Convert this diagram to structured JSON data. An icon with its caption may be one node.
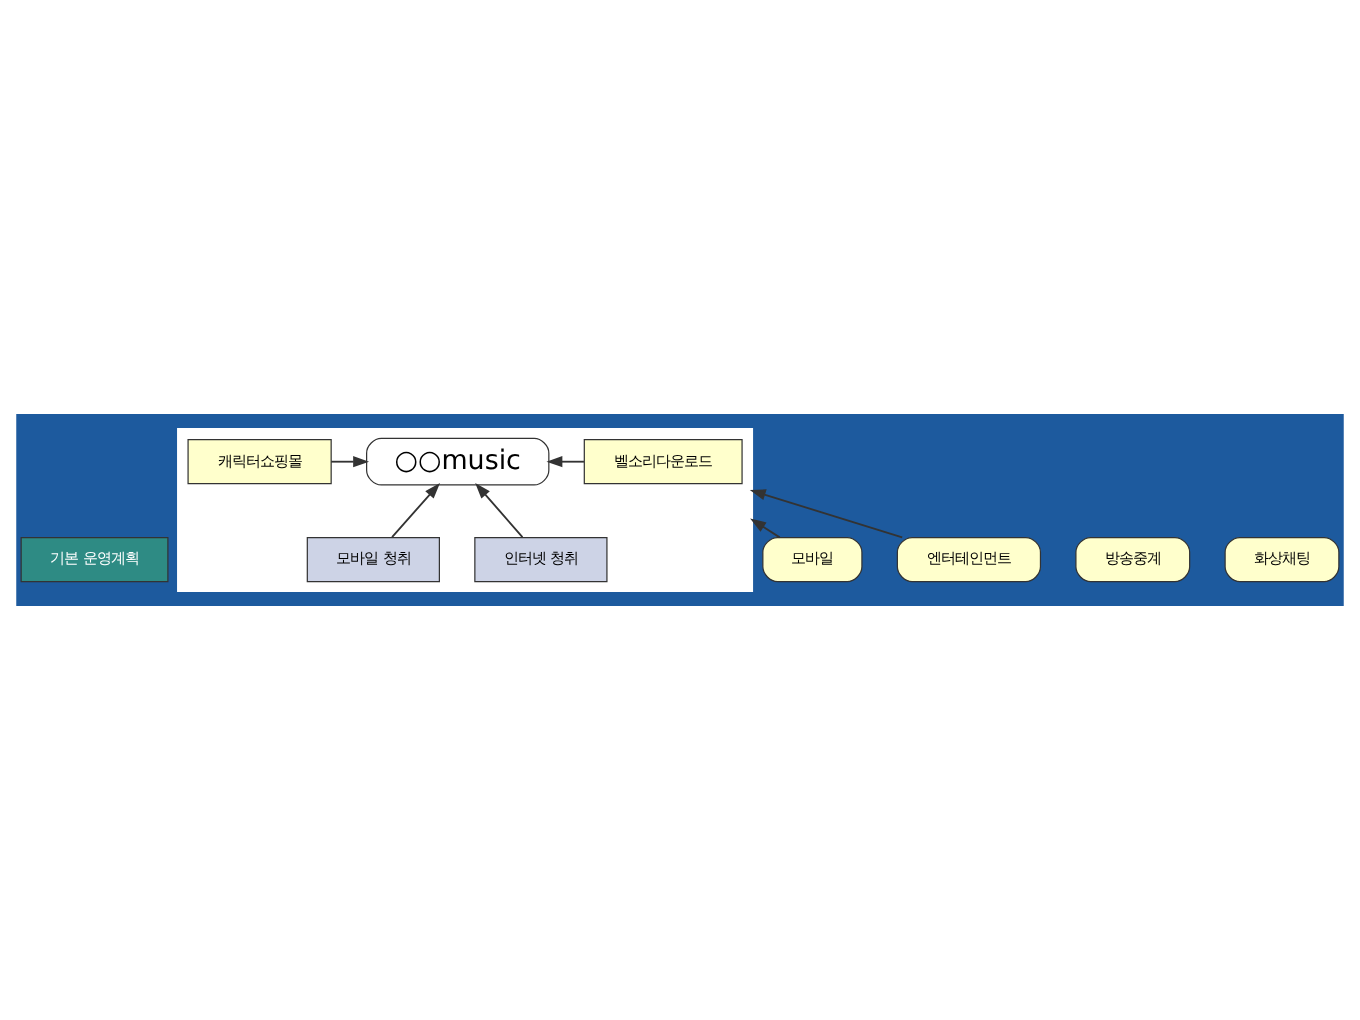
{
  "diagram": {
    "nodes": [
      {
        "text": [
          "기본 운영계획"
        ]
      },
      {
        "text": [],
        "shape": "box"
      },
      {
        "text": [
          "캐릭터쇼핑몰"
        ],
        "in": 1
      },
      {
        "text": [
          "○○music"
        ],
        "in": 1
      },
      {
        "text": [
          "벨소리다운로드"
        ],
        "in": 1
      },
      {
        "text": [
          "인터넷 청취"
        ],
        "in": 1
      },
      {
        "text": [
          "모바일 청취"
        ],
        "in": 1
      },
      {
        "text": [
          "모바일"
        ]
      },
      {
        "text": [
          "방송중계"
        ]
      },
      {
        "text": [
          "화상채팅"
        ]
      },
      {
        "text": [
          "엔터테인먼트"
        ]
      }
    ],
    "edges": [
      {
        "from": 2,
        "to": 3,
        "arrow": "to"
      },
      {
        "from": 4,
        "to": 3,
        "arrow": "to"
      },
      {
        "from": 5,
        "to": 3,
        "arrow": "to"
      },
      {
        "from": 6,
        "to": 3,
        "arrow": "to"
      },
      {
        "from": 7,
        "to": 1,
        "arrow": "to"
      },
      {
        "from": 10,
        "to": 1,
        "arrow": "to"
      }
    ]
  }
}
